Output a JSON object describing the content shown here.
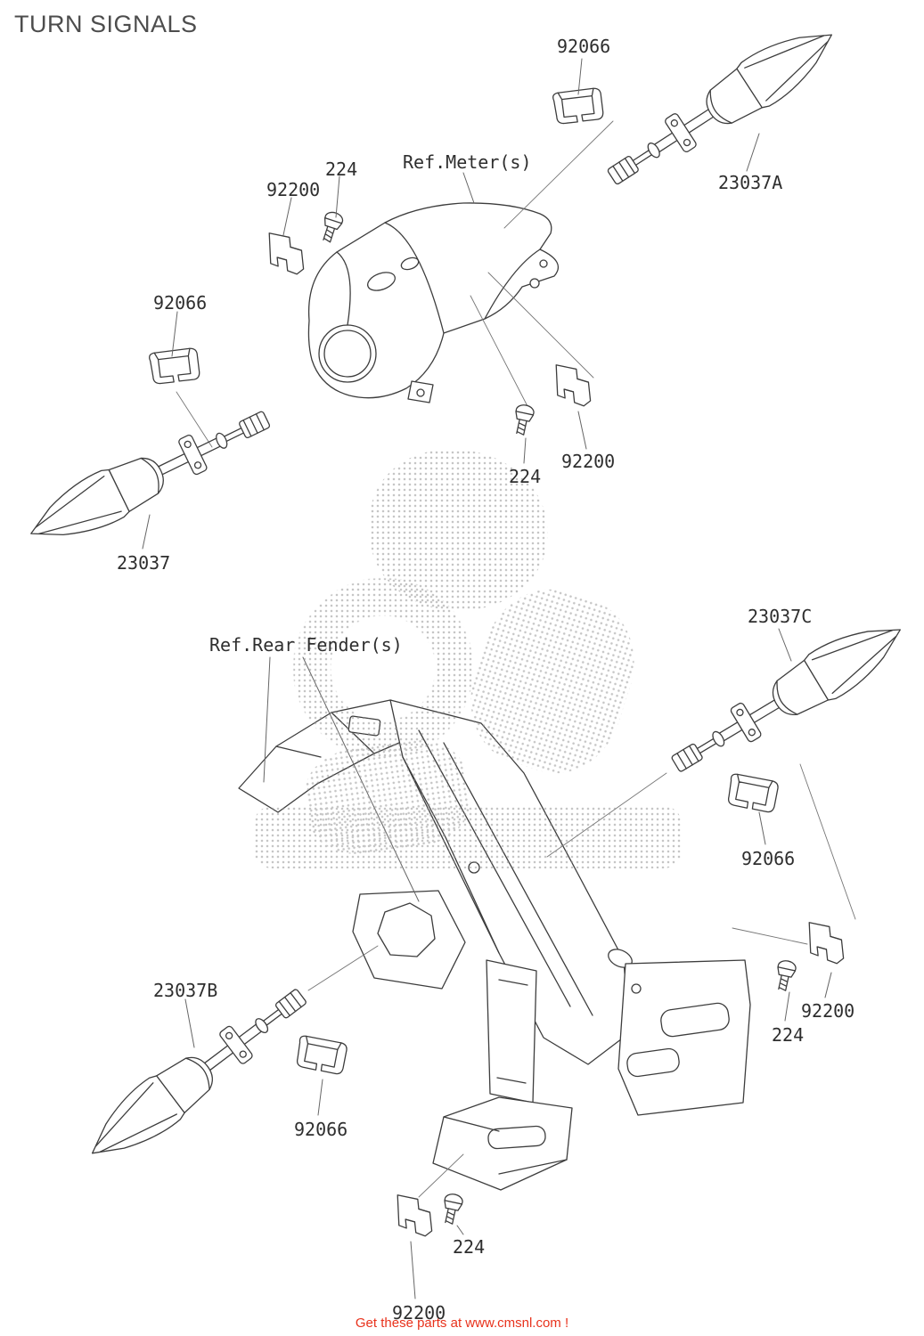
{
  "page": {
    "title": "TURN SIGNALS",
    "footer_link": "Get these parts at www.cmsnl.com !"
  },
  "colors": {
    "footer_text": "#e8321c",
    "diagram_line": "#3d3d3d"
  },
  "labels": {
    "l92066_top": "92066",
    "l23037a": "23037A",
    "l224_meter": "224",
    "l92200_meter": "92200",
    "ref_meter": "Ref.Meter(s)",
    "l92066_left": "92066",
    "l23037": "23037",
    "l224_mid": "224",
    "l92200_mid": "92200",
    "ref_rear_fender": "Ref.Rear Fender(s)",
    "l23037c": "23037C",
    "l92066_right": "92066",
    "l23037b": "23037B",
    "l92066_bottom": "92066",
    "l92200_br": "92200",
    "l224_br": "224",
    "l224_bottom": "224",
    "l92200_bottom": "92200"
  }
}
